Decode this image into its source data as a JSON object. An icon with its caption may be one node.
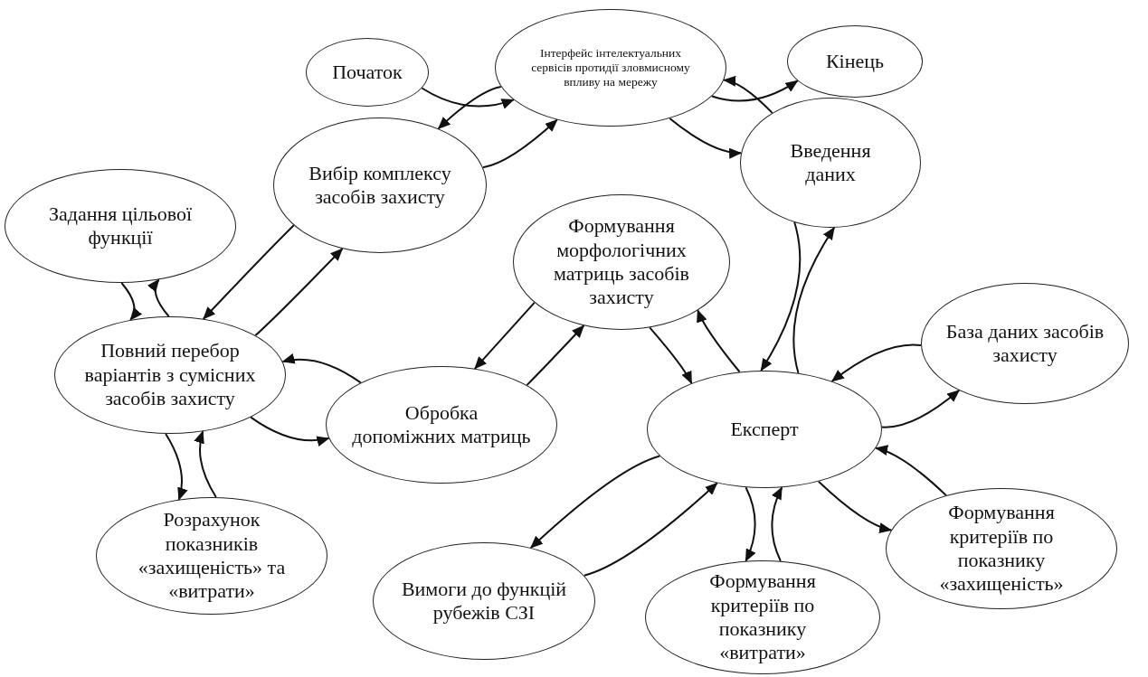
{
  "diagram": {
    "nodes": [
      {
        "text": [
          "Початок"
        ]
      },
      {
        "text": [
          "Інтерфейс інтелектуальних сервісів протидії зловмисному впливу на мережу"
        ]
      },
      {
        "text": [
          "Кінець"
        ]
      },
      {
        "text": [
          "Вибір комплексу засобів захисту"
        ]
      },
      {
        "text": [
          "Введення даних"
        ]
      },
      {
        "text": [
          "Задання цільової функції"
        ]
      },
      {
        "text": [
          "Формування морфологічних матриць засобів захисту"
        ]
      },
      {
        "text": [
          "Повний перебор варіантів з сумісних засобів захисту"
        ]
      },
      {
        "text": [
          "Обробка допоміжних матриць"
        ]
      },
      {
        "text": [
          "База даних засобів захисту"
        ]
      },
      {
        "text": [
          "Експерт"
        ]
      },
      {
        "text": [
          "Розрахунок показників «захищеність» та «витрати»"
        ]
      },
      {
        "text": [
          "Вимоги до функцій рубежів СЗІ"
        ]
      },
      {
        "text": [
          "Формування критеріїв по показнику «витрати»"
        ]
      },
      {
        "text": [
          "Формування критеріїв по показнику «захищеність»"
        ]
      }
    ],
    "edges": [
      {
        "from": 0,
        "to": 1,
        "arrow": "to"
      },
      {
        "from": 1,
        "to": 2,
        "arrow": "to"
      },
      {
        "from": 1,
        "to": 3,
        "arrow": "to"
      },
      {
        "from": 3,
        "to": 1,
        "arrow": "to"
      },
      {
        "from": 1,
        "to": 4,
        "arrow": "to"
      },
      {
        "from": 4,
        "to": 1,
        "arrow": "to"
      },
      {
        "from": 3,
        "to": 7,
        "arrow": "to"
      },
      {
        "from": 7,
        "to": 3,
        "arrow": "to"
      },
      {
        "from": 7,
        "to": 5,
        "arrow": "to"
      },
      {
        "from": 5,
        "to": 7,
        "arrow": "to"
      },
      {
        "from": 7,
        "to": 8,
        "arrow": "to"
      },
      {
        "from": 8,
        "to": 7,
        "arrow": "to"
      },
      {
        "from": 7,
        "to": 11,
        "arrow": "to"
      },
      {
        "from": 11,
        "to": 7,
        "arrow": "to"
      },
      {
        "from": 8,
        "to": 6,
        "arrow": "to"
      },
      {
        "from": 6,
        "to": 8,
        "arrow": "to"
      },
      {
        "from": 6,
        "to": 10,
        "arrow": "to"
      },
      {
        "from": 10,
        "to": 6,
        "arrow": "to"
      },
      {
        "from": 10,
        "to": 4,
        "arrow": "to"
      },
      {
        "from": 4,
        "to": 10,
        "arrow": "to"
      },
      {
        "from": 10,
        "to": 9,
        "arrow": "to"
      },
      {
        "from": 9,
        "to": 10,
        "arrow": "to"
      },
      {
        "from": 10,
        "to": 14,
        "arrow": "to"
      },
      {
        "from": 14,
        "to": 10,
        "arrow": "to"
      },
      {
        "from": 10,
        "to": 13,
        "arrow": "to"
      },
      {
        "from": 13,
        "to": 10,
        "arrow": "to"
      },
      {
        "from": 12,
        "to": 10,
        "arrow": "to"
      },
      {
        "from": 10,
        "to": 12,
        "arrow": "to"
      }
    ]
  }
}
